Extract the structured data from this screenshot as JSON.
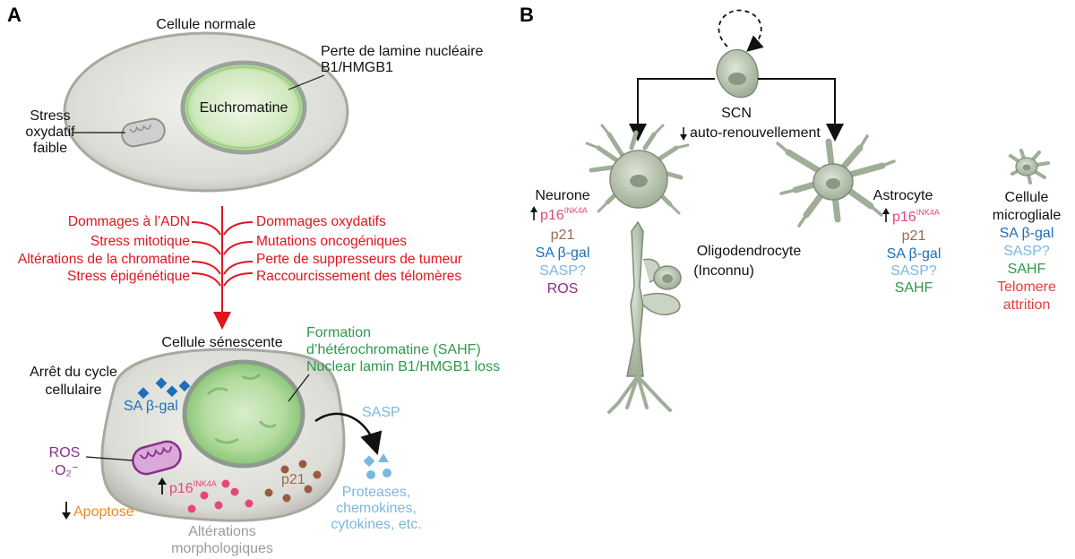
{
  "panels": {
    "a": "A",
    "b": "B"
  },
  "panel_a": {
    "normal_cell_title": "Cellule normale",
    "lamin_loss_line1": "Perte de lamine nucléaire",
    "lamin_loss_line2": "B1/HMGB1",
    "euchromatin": "Euchromatine",
    "low_stress_line1": "Stress",
    "low_stress_line2": "oxydatif",
    "low_stress_line3": "faible",
    "causes_left": [
      "Dommages à l’ADN",
      "Stress mitotique",
      "Altérations de la chromatine",
      "Stress épigénétique"
    ],
    "causes_right": [
      "Dommages oxydatifs",
      "Mutations oncogéniques",
      "Perte de suppresseurs de tumeur",
      "Raccourcissement des télomères"
    ],
    "senescent_title": "Cellule sénescente",
    "sahf_line1": "Formation",
    "sahf_line2": "d’hétérochromatine (SAHF)",
    "sahf_line3": "Nuclear lamin B1/HMGB1 loss",
    "arrest_line1": "Arrêt du cycle",
    "arrest_line2": "cellulaire",
    "sa_bgal": "SA β-gal",
    "ros": "ROS",
    "superoxide": "·O₂⁻",
    "p16": "p16",
    "p16_sup": "INK4A",
    "p21": "p21",
    "sasp": "SASP",
    "secreted_line1": "Proteases,",
    "secreted_line2": "chemokines,",
    "secreted_line3": "cytokines, etc.",
    "apoptose": "Apoptose",
    "morph_line1": "Altérations",
    "morph_line2": "morphologiques"
  },
  "panel_b": {
    "scn": "SCN",
    "self_renewal": "auto-renouvellement",
    "neurone": {
      "title": "Neurone",
      "p16": "p16",
      "p16_sup": "INK4A",
      "p21": "p21",
      "bgal": "SA β-gal",
      "sasp": "SASP?",
      "ros": "ROS"
    },
    "oligo": {
      "title": "Oligodendrocyte",
      "sub": "(Inconnu)"
    },
    "astrocyte": {
      "title": "Astrocyte",
      "p16": "p16",
      "p16_sup": "INK4A",
      "p21": "p21",
      "bgal": "SA β-gal",
      "sasp": "SASP?",
      "sahf": "SAHF"
    },
    "microglia": {
      "title_line1": "Cellule",
      "title_line2": "microgliale",
      "bgal": "SA β-gal",
      "sasp": "SASP?",
      "sahf": "SAHF",
      "telo_line1": "Telomere",
      "telo_line2": "attrition"
    }
  },
  "colors": {
    "red": "#e0151f",
    "green": "#2e9a4a",
    "blue": "#1d6fb8",
    "light_blue": "#7ab8e0",
    "purple": "#8a2f8c",
    "pink": "#e8457e",
    "brown": "#9a6a52",
    "orange": "#f08a1c"
  }
}
